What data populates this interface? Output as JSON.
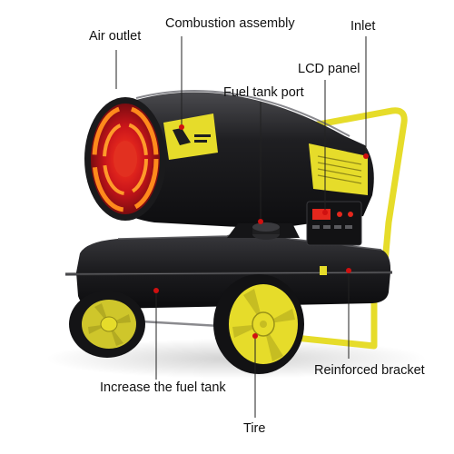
{
  "labels": {
    "air_outlet": "Air outlet",
    "combustion_assembly": "Combustion assembly",
    "inlet": "Inlet",
    "lcd_panel": "LCD panel",
    "fuel_tank_port": "Fuel tank port",
    "reinforced_bracket": "Reinforced bracket",
    "increase_fuel_tank": "Increase the fuel tank",
    "tire": "Tire"
  },
  "colors": {
    "body": "#1d1d1f",
    "accent_yellow": "#e6dc2a",
    "glow_red": "#d2211b",
    "glow_orange": "#ff8a1c",
    "leader_line": "#222222",
    "marker": "#d01010",
    "lcd_red": "#e5271d"
  }
}
